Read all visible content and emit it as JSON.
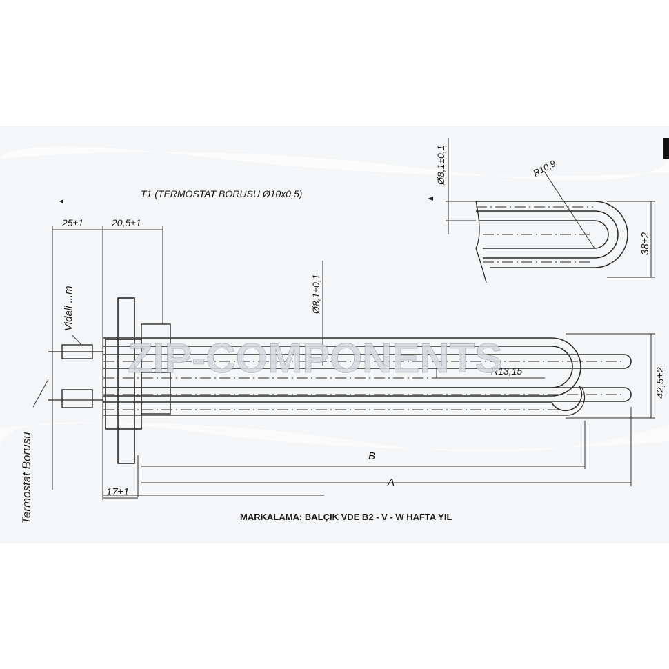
{
  "drawing": {
    "title": "T1 (TERMOSTAT BORUSU Ø10x0,5)",
    "watermark": "ZIP-COMPONENTS",
    "marking": "MARKALAMA: BALÇIK VDE B2 - V - W HAFTA YIL",
    "side_label_thermostat": "Termostat Borusu",
    "side_label_thread": "Vidali ...m",
    "dimensions": {
      "d_top": "25±1",
      "d_top2": "20,5±1",
      "tube_dia_main": "Ø8,1±0,1",
      "tube_dia_detail": "Ø8,1±0,1",
      "radius_main": "R13,15",
      "radius_detail": "R10,9",
      "height_main": "42,5±2",
      "height_detail": "38±2",
      "length_b": "B",
      "length_a": "A",
      "flange": "17±1"
    },
    "colors": {
      "paper": "#f6f7f8",
      "line": "#2a2a2a",
      "watermark": "#d9dce0"
    }
  }
}
